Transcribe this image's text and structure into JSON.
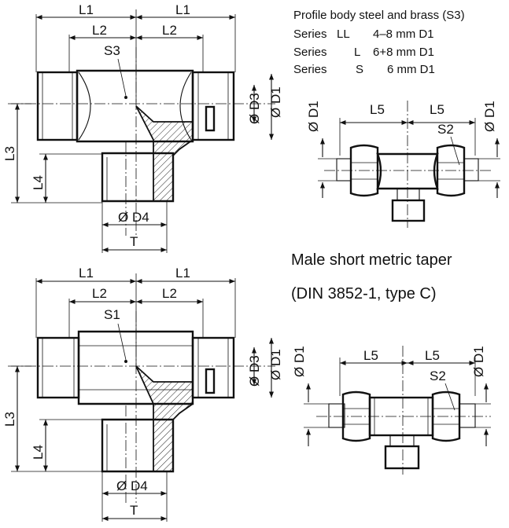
{
  "notes": {
    "line1": "Profile body steel and brass (S3)",
    "series_rows": [
      {
        "label": "Series",
        "code": "LL",
        "range": "4–8 mm D1"
      },
      {
        "label": "Series",
        "code": "L",
        "range": "6+8 mm D1"
      },
      {
        "label": "Series",
        "code": "S",
        "range": "6 mm D1"
      }
    ]
  },
  "caption": {
    "title": "Male short metric taper",
    "subtitle": "(DIN 3852-1, type C)"
  },
  "top_view": {
    "L1_left": "L1",
    "L1_right": "L1",
    "L2_left": "L2",
    "L2_right": "L2",
    "body_label": "S3",
    "D3": "Ø D3",
    "D1": "Ø D1",
    "L3": "L3",
    "L4": "L4",
    "D4": "Ø D4",
    "T": "T"
  },
  "top_side_view": {
    "D1_left": "Ø D1",
    "D1_right": "Ø D1",
    "L5_left": "L5",
    "L5_right": "L5",
    "nut_label": "S2"
  },
  "bottom_view": {
    "L1_left": "L1",
    "L1_right": "L1",
    "L2_left": "L2",
    "L2_right": "L2",
    "body_label": "S1",
    "D3": "Ø D3",
    "D1": "Ø D1",
    "L3": "L3",
    "L4": "L4",
    "D4": "Ø D4",
    "T": "T"
  },
  "bottom_side_view": {
    "D1_left": "Ø D1",
    "D1_right": "Ø D1",
    "L5_left": "L5",
    "L5_right": "L5",
    "nut_label": "S2"
  }
}
